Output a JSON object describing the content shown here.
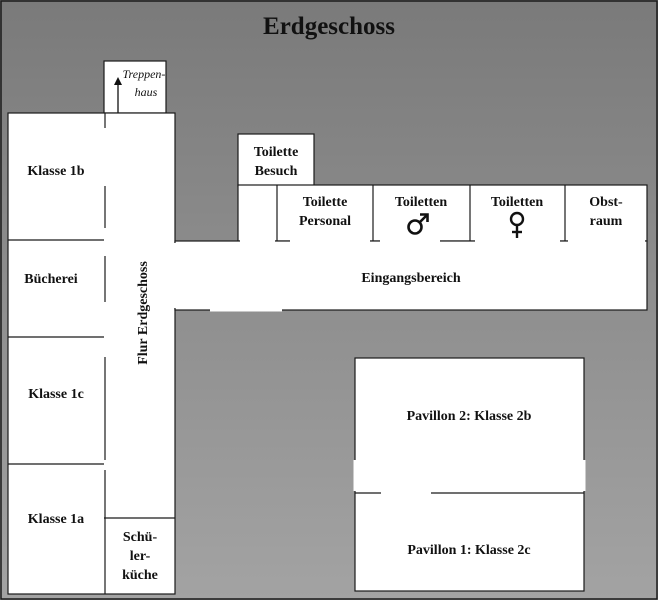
{
  "title": "Erdgeschoss",
  "rooms": {
    "treppenhaus": [
      "Treppen-",
      "haus"
    ],
    "klasse_1b": "Klasse 1b",
    "buecherei": "Bücherei",
    "klasse_1c": "Klasse 1c",
    "klasse_1a": "Klasse 1a",
    "schuelerkueche": [
      "Schü-",
      "ler-",
      "küche"
    ],
    "flur": "Flur Erdgeschoss",
    "toilette_besuch": [
      "Toilette",
      "Besuch"
    ],
    "toilette_personal": [
      "Toilette",
      "Personal"
    ],
    "toiletten_herren": "Toiletten",
    "toiletten_damen": "Toiletten",
    "obstraum": [
      "Obst-",
      "raum"
    ],
    "eingangsbereich": "Eingangsbereich",
    "pavillon_2": "Pavillon 2: Klasse 2b",
    "pavillon_1": "Pavillon 1: Klasse 2c"
  },
  "colors": {
    "background_top": "#7a7a7a",
    "background_bottom": "#a3a3a3",
    "room_fill": "#ffffff",
    "wall": "#1a1a1a"
  },
  "icons": {
    "male": "male-symbol-icon",
    "female": "female-symbol-icon",
    "stairs_arrow": "arrow-up-icon"
  }
}
